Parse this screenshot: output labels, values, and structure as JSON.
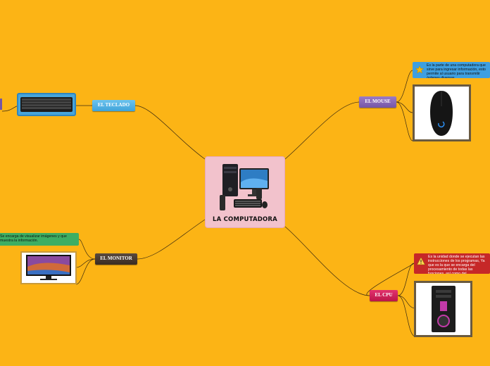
{
  "center": {
    "title": "LA COMPUTADORA"
  },
  "branches": {
    "teclado": "EL TECLADO",
    "mouse": "EL MOUSE",
    "monitor": "EL MONITOR",
    "cpu": "EL CPU"
  },
  "notes": {
    "mouse": "Es la parte de una computadora que sirve para ingresar información, esto permite al usuario para transmitir órdenes diversas",
    "cpu": "Es la unidad donde se ejecutan las instrucciones de los programas, Ya que es la que se encarga del procesamiento de todas las funciones, así como del almacenamiento de la información",
    "monitor": "Se encarga de visualizar imágenes y que muestra la información."
  },
  "icons": {
    "mouse_note": "star-icon",
    "cpu_note": "warning-icon"
  },
  "colors": {
    "background": "#FCB415",
    "center": "#F2C2CC",
    "teclado": "#4FB1E4",
    "mouse": "#8465B6",
    "monitor": "#4A3A2E",
    "cpu": "#D21E5B",
    "note_mouse": "#3E9FE0",
    "note_cpu": "#C62828",
    "note_monitor": "#3DAE63"
  }
}
